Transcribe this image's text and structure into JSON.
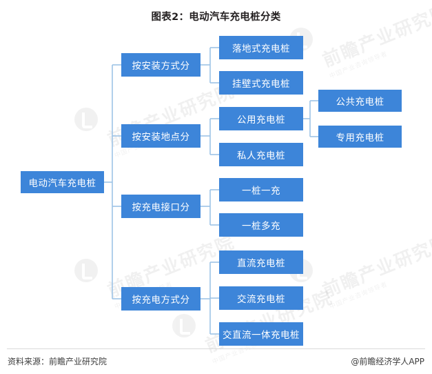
{
  "title": "图表2：电动汽车充电桩分类",
  "colors": {
    "node_fill": "#3d85d9",
    "node_text": "#ffffff",
    "connector": "#9dc3e6",
    "title_text": "#231f20",
    "footer_text": "#3c3c3c"
  },
  "diagram": {
    "type": "tree",
    "root": {
      "label": "电动汽车充电桩"
    },
    "branches": [
      {
        "label": "按安装方式分",
        "children": [
          {
            "label": "落地式充电桩"
          },
          {
            "label": "挂壁式充电桩"
          }
        ]
      },
      {
        "label": "按安装地点分",
        "children": [
          {
            "label": "公用充电桩",
            "children": [
              {
                "label": "公共充电桩"
              },
              {
                "label": "专用充电桩"
              }
            ]
          },
          {
            "label": "私人充电桩"
          }
        ]
      },
      {
        "label": "按充电接口分",
        "children": [
          {
            "label": "一桩一充"
          },
          {
            "label": "一桩多充"
          }
        ]
      },
      {
        "label": "按充电方式分",
        "children": [
          {
            "label": "直流充电桩"
          },
          {
            "label": "交流充电桩"
          },
          {
            "label": "交直流一体充电桩"
          }
        ]
      }
    ]
  },
  "watermarks": {
    "brand": "前瞻产业研究院",
    "sub": "中国产业咨询领导者"
  },
  "footer": {
    "source": "资料来源：前瞻产业研究院",
    "attribution": "@前瞻经济学人APP"
  }
}
